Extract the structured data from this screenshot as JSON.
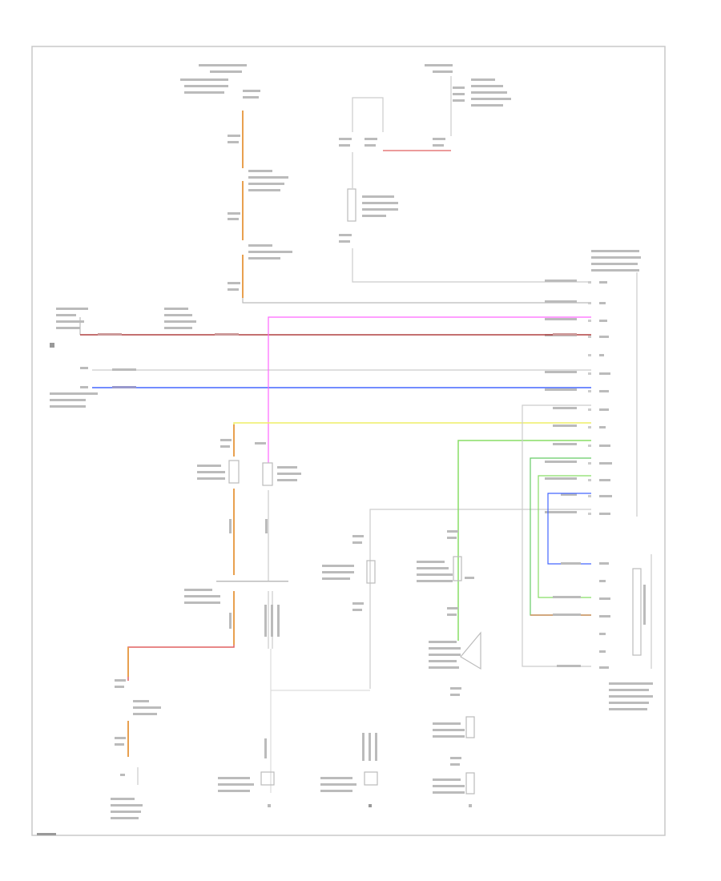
{
  "diagram": {
    "footer_code": "",
    "colors": {
      "border": "#c8c8c8",
      "ground_wire": "#d8d8d8",
      "orange_wire": "#e8a050",
      "red_wire": "#e06060",
      "dark_red_wire": "#b04040",
      "magenta_wire": "#ff66ff",
      "blue_wire": "#4466ff",
      "yellow_wire": "#eeee66",
      "green_wire": "#88dd66",
      "light_green_wire": "#66cc66",
      "gray_wire": "#bbbbbb",
      "tan_wire": "#d09060",
      "label_text": "#666666"
    },
    "components": [
      {
        "id": "fuse-block",
        "label": ""
      },
      {
        "id": "relay",
        "label": ""
      },
      {
        "id": "ecm",
        "label": ""
      },
      {
        "id": "switch",
        "label": ""
      },
      {
        "id": "cruise-control-unit",
        "label": ""
      },
      {
        "id": "ground-left",
        "label": ""
      },
      {
        "id": "ground-center-1",
        "label": ""
      },
      {
        "id": "ground-center-2",
        "label": ""
      },
      {
        "id": "ground-right-1",
        "label": ""
      },
      {
        "id": "ground-right-2",
        "label": ""
      }
    ]
  }
}
